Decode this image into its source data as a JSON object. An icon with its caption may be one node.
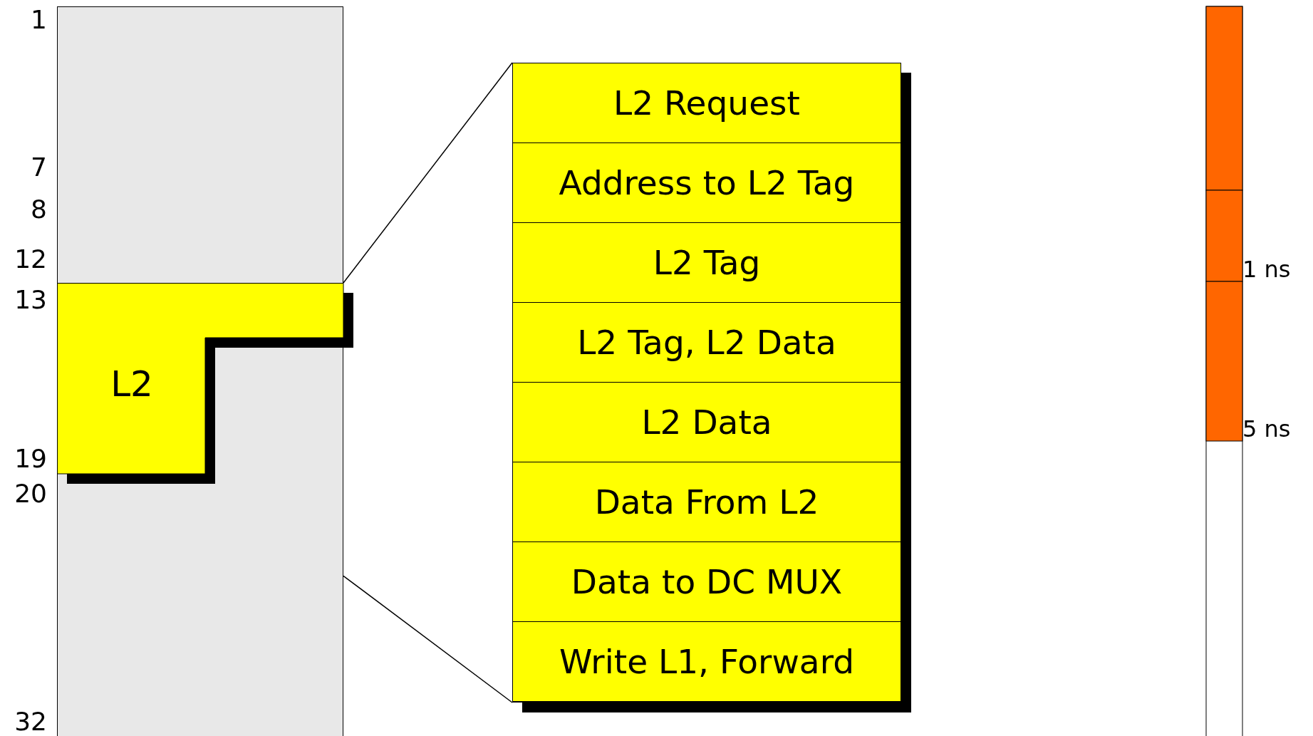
{
  "diagram": {
    "nodes": [
      {
        "text": [],
        "shape": "bar"
      },
      {
        "text": [
          "L2"
        ],
        "in": 0
      },
      {
        "text": [],
        "shape": "box"
      },
      {
        "text": [
          "L2 Request"
        ],
        "in": 2
      },
      {
        "text": [
          "Address to L2 Tag"
        ],
        "in": 2
      },
      {
        "text": [
          "L2 Tag"
        ],
        "in": 2
      },
      {
        "text": [
          "L2 Tag, L2 Data"
        ],
        "in": 2
      },
      {
        "text": [
          "L2 Data"
        ],
        "in": 2
      },
      {
        "text": [
          "Data From L2"
        ],
        "in": 2
      },
      {
        "text": [
          "Data to DC MUX"
        ],
        "in": 2
      },
      {
        "text": [
          "Write L1, Forward"
        ],
        "in": 2
      }
    ],
    "edges": [
      {
        "from": 1,
        "to": 2,
        "arrow": "none"
      },
      {
        "from": 0,
        "to": 2,
        "arrow": "none"
      }
    ],
    "labels": [
      "1",
      "7",
      "8",
      "12",
      "13",
      "19",
      "20",
      "32",
      "1 ns",
      "5 ns"
    ]
  }
}
